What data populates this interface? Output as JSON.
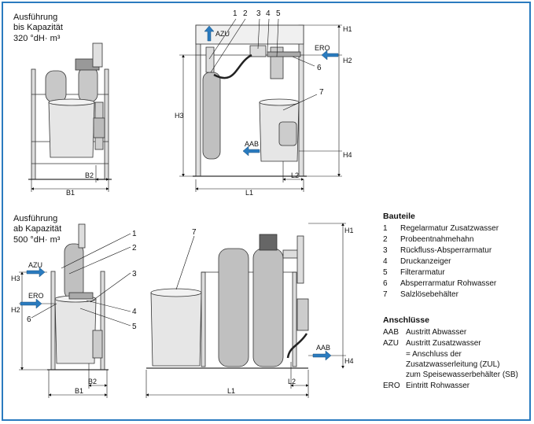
{
  "top_variant": {
    "line1": "Ausführung",
    "line2": "bis Kapazität",
    "line3": "320 °dH· m³"
  },
  "bottom_variant": {
    "line1": "Ausführung",
    "line2": "ab Kapazität",
    "line3": "500 °dH· m³"
  },
  "callouts": [
    "1",
    "2",
    "3",
    "4",
    "5",
    "6",
    "7"
  ],
  "connections": {
    "azu": "AZU",
    "ero": "ERO",
    "aab": "AAB"
  },
  "dims": {
    "B1": "B1",
    "B2": "B2",
    "L1": "L1",
    "L2": "L2",
    "H1": "H1",
    "H2": "H2",
    "H3": "H3",
    "H4": "H4"
  },
  "bauteile": {
    "heading": "Bauteile",
    "items": [
      {
        "n": "1",
        "text": "Regelarmatur Zusatzwasser"
      },
      {
        "n": "2",
        "text": "Probeentnahmehahn"
      },
      {
        "n": "3",
        "text": "Rückfluss-Absperrarmatur"
      },
      {
        "n": "4",
        "text": "Druckanzeiger"
      },
      {
        "n": "5",
        "text": "Filterarmatur"
      },
      {
        "n": "6",
        "text": "Absperrarmatur Rohwasser"
      },
      {
        "n": "7",
        "text": "Salzlösebehälter"
      }
    ]
  },
  "anschluesse": {
    "heading": "Anschlüsse",
    "items": [
      {
        "code": "AAB",
        "text": "Austritt Abwasser"
      },
      {
        "code": "AZU",
        "text": "Austritt Zusatzwasser"
      },
      {
        "code": "",
        "text": "= Anschluss der"
      },
      {
        "code": "",
        "text": "Zusatzwasserleitung (ZUL)"
      },
      {
        "code": "",
        "text": "zum Speisewasserbehälter (SB)"
      },
      {
        "code": "ERO",
        "text": "Eintritt Rohwasser"
      }
    ]
  },
  "colors": {
    "frame": "#2a7bbf",
    "arrow": "#2a7bbf",
    "gray": "#b8b8b8",
    "light": "#e6e6e6"
  }
}
